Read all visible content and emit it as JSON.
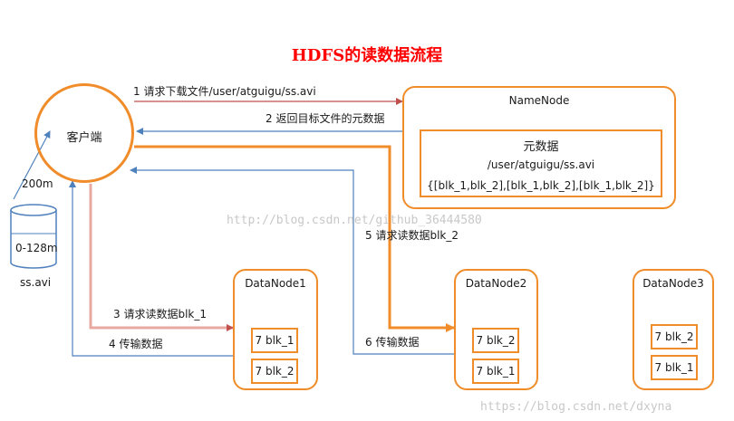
{
  "title": "HDFS的读数据流程",
  "client": {
    "label": "客户端"
  },
  "namenode": {
    "label": "NameNode",
    "metadata_title": "元数据",
    "metadata_path": "/user/atguigu/ss.avi",
    "metadata_blocks": "{[blk_1,blk_2],[blk_1,blk_2],[blk_1,blk_2]}"
  },
  "file": {
    "size_label": "200m",
    "range_label": "0-128m",
    "name": "ss.avi"
  },
  "datanodes": [
    {
      "label": "DataNode1",
      "blocks": [
        "7 blk_1",
        "7 blk_2"
      ]
    },
    {
      "label": "DataNode2",
      "blocks": [
        "7 blk_2",
        "7 blk_1"
      ]
    },
    {
      "label": "DataNode3",
      "blocks": [
        "7 blk_2",
        "7 blk_1"
      ]
    }
  ],
  "steps": [
    "1 请求下载文件/user/atguigu/ss.avi",
    "2 返回目标文件的元数据",
    "3 请求读数据blk_1",
    "4 传输数据",
    "5 请求读数据blk_2",
    "6 传输数据"
  ],
  "watermarks": [
    "http://blog.csdn.net/github_36444580",
    "https://blog.csdn.net/dxyna"
  ],
  "colors": {
    "orange": "#f08c2a",
    "red_line": "#c0504d",
    "blue_line": "#4f81bd",
    "title": "#ff0000"
  }
}
